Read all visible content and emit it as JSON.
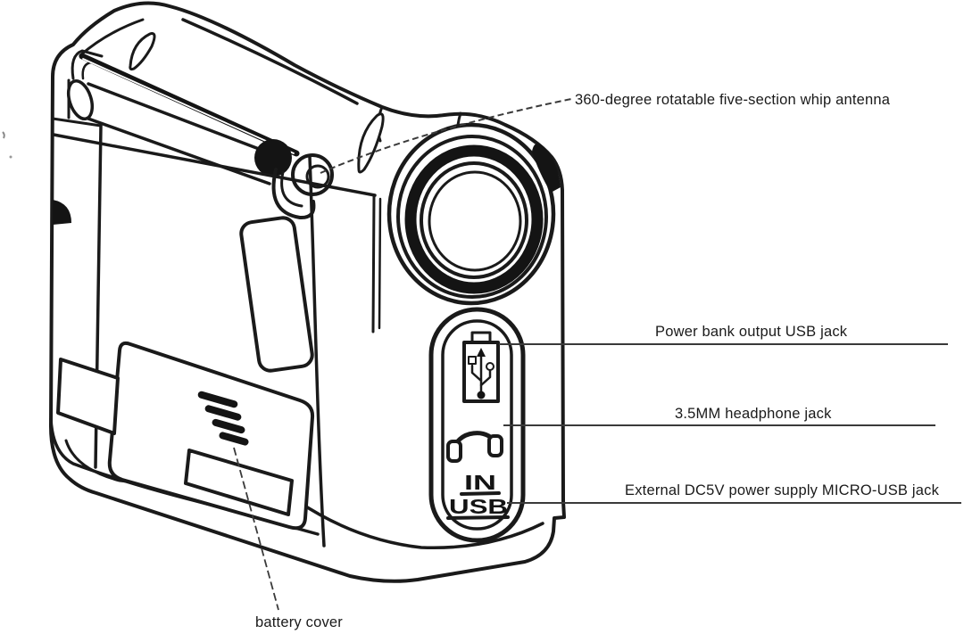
{
  "page": {
    "background": "#ffffff",
    "description": "Black-and-white line drawing of a handheld camcorder-style device with labeled parts"
  },
  "colors": {
    "line": "#1a1a1a",
    "dark_fill": "#141414",
    "leader_line": "#3a3a3a",
    "label_text": "#1a1a1a"
  },
  "callouts": [
    {
      "id": "antenna",
      "label": "360-degree rotatable five-section whip antenna"
    },
    {
      "id": "usb-out",
      "label": "Power bank output USB jack"
    },
    {
      "id": "headphone",
      "label": "3.5MM headphone jack"
    },
    {
      "id": "micro-usb-in",
      "label": "External DC5V power supply MICRO-USB jack"
    },
    {
      "id": "battery",
      "label": "battery cover"
    }
  ],
  "port_panel": {
    "icons": [
      {
        "name": "usb-symbol-icon"
      },
      {
        "name": "headphone-icon"
      }
    ],
    "in_label": "IN",
    "usb_label": "USB"
  }
}
